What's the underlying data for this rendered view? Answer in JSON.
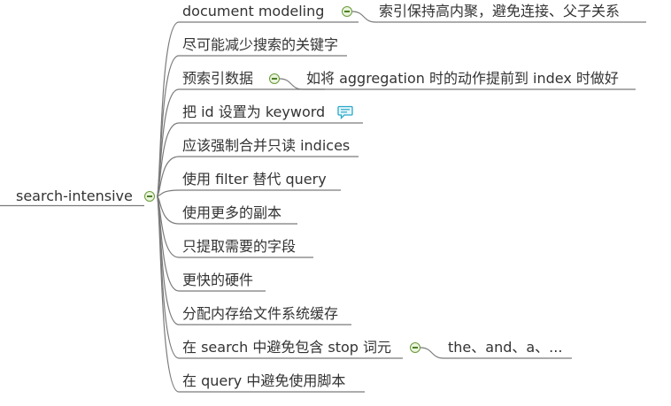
{
  "colors": {
    "line": "#7a7a7a",
    "text": "#333333",
    "collapse_fill": "#e9f4dc",
    "collapse_border": "#6a9a3a",
    "note_icon": "#2aa8c8"
  },
  "root": {
    "label": "search-intensive",
    "collapsed_icon": "collapse-minus-icon"
  },
  "branches": [
    {
      "label": "document modeling",
      "child": "索引保持高内聚，避免连接、父子关系"
    },
    {
      "label": "尽可能减少搜索的关键字"
    },
    {
      "label": "预索引数据",
      "child": "如将 aggregation 时的动作提前到 index 时做好"
    },
    {
      "label": "把 id 设置为 keyword",
      "icon": "comment-note-icon"
    },
    {
      "label": "应该强制合并只读 indices"
    },
    {
      "label": "使用 filter 替代 query"
    },
    {
      "label": "使用更多的副本"
    },
    {
      "label": "只提取需要的字段"
    },
    {
      "label": "更快的硬件"
    },
    {
      "label": "分配内存给文件系统缓存"
    },
    {
      "label": "在 search 中避免包含 stop 词元",
      "child": "the、and、a、..."
    },
    {
      "label": "在 query 中避免使用脚本"
    }
  ]
}
